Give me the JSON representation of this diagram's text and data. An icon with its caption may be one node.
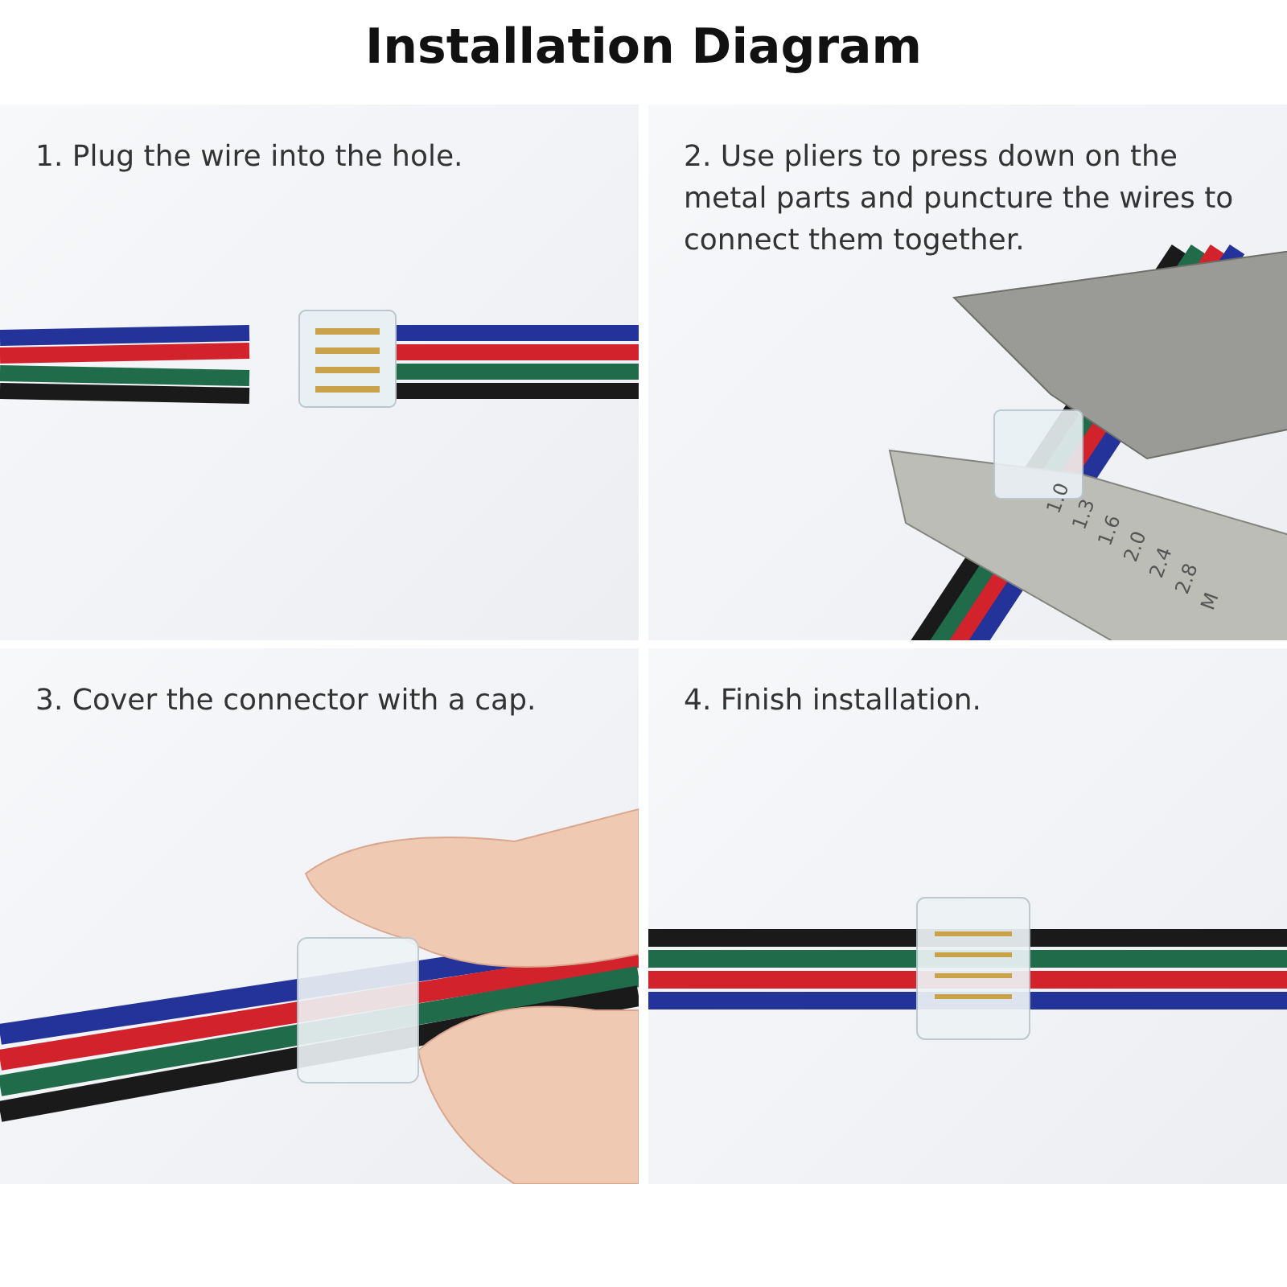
{
  "diagram": {
    "title": "Installation Diagram",
    "labels": [
      "1. Plug the wire into the hole.",
      "2. Use pliers to press down on the metal parts and puncture the wires to connect them together.",
      "1.0",
      "1.3",
      "1.6",
      "2.0",
      "2.4",
      "2.8",
      "M",
      "3. Cover the connector with a cap.",
      "4. Finish installation."
    ]
  }
}
